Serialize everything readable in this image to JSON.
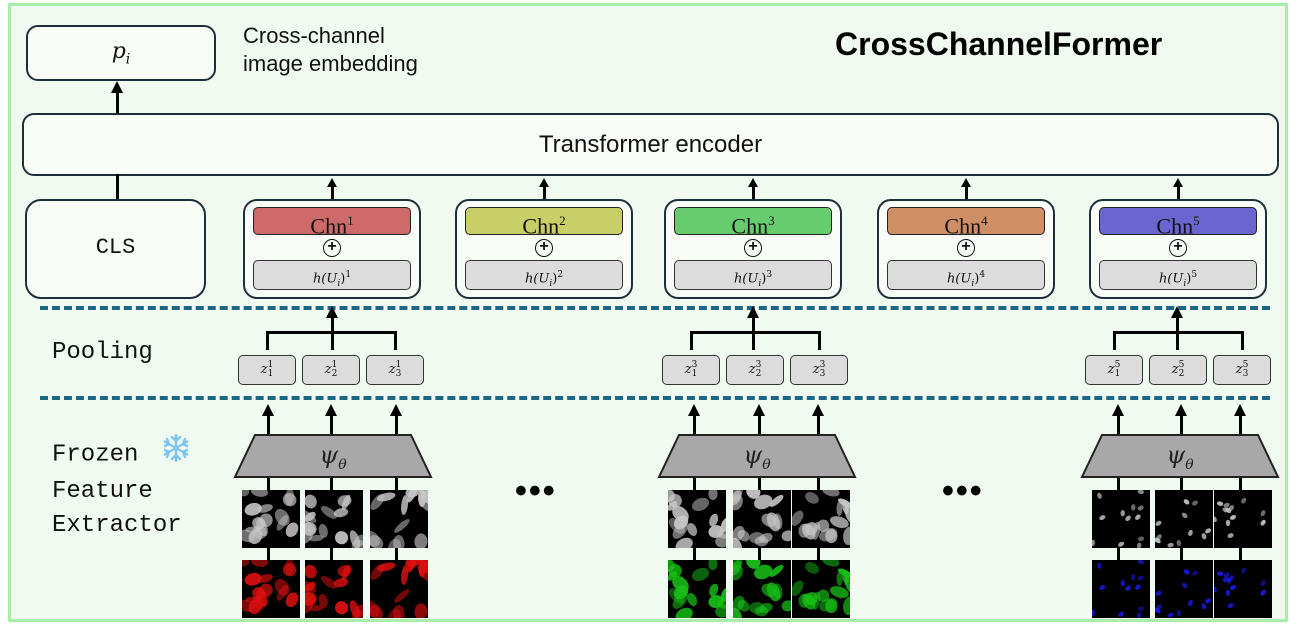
{
  "title": "CrossChannelFormer",
  "output": {
    "symbol": "p",
    "subscript": "i",
    "caption_line1": "Cross-channel",
    "caption_line2": "image embedding"
  },
  "encoder": {
    "label": "Transformer encoder"
  },
  "cls": {
    "label": "CLS"
  },
  "channels": [
    {
      "name": "Chn",
      "index": "1",
      "embedding": "h(U",
      "embedding_sub": "i",
      "embedding_sup": "1",
      "color": "#cf6a6a"
    },
    {
      "name": "Chn",
      "index": "2",
      "embedding": "h(U",
      "embedding_sub": "i",
      "embedding_sup": "2",
      "color": "#c8cf66"
    },
    {
      "name": "Chn",
      "index": "3",
      "embedding": "h(U",
      "embedding_sub": "i",
      "embedding_sup": "3",
      "color": "#66cc6e"
    },
    {
      "name": "Chn",
      "index": "4",
      "embedding": "h(U",
      "embedding_sub": "i",
      "embedding_sup": "4",
      "color": "#cf8f66"
    },
    {
      "name": "Chn",
      "index": "5",
      "embedding": "h(U",
      "embedding_sub": "i",
      "embedding_sup": "5",
      "color": "#6b66cf"
    }
  ],
  "pooling": {
    "label": "Pooling",
    "groups": [
      {
        "channel": "1",
        "items": [
          "1",
          "2",
          "3"
        ]
      },
      {
        "channel": "3",
        "items": [
          "1",
          "2",
          "3"
        ]
      },
      {
        "channel": "5",
        "items": [
          "1",
          "2",
          "3"
        ]
      }
    ]
  },
  "extractor": {
    "label_line1": "Frozen",
    "label_line2": "Feature",
    "label_line3": "Extractor",
    "frozen_icon": "snowflake-icon",
    "symbol": "ψ",
    "symbol_sub": "θ",
    "ellipsis": "•••",
    "groups": [
      {
        "channel": "1",
        "tint": "#e01010"
      },
      {
        "channel": "3",
        "tint": "#18c018"
      },
      {
        "channel": "5",
        "tint": "#1a1af0"
      }
    ]
  },
  "colors": {
    "frame_border": "#a8eea8",
    "frame_background": "#f1faf1",
    "divider": "#1e6784",
    "extractor_fill": "#a8a8a8",
    "snowflake": "#7cc4f2"
  }
}
